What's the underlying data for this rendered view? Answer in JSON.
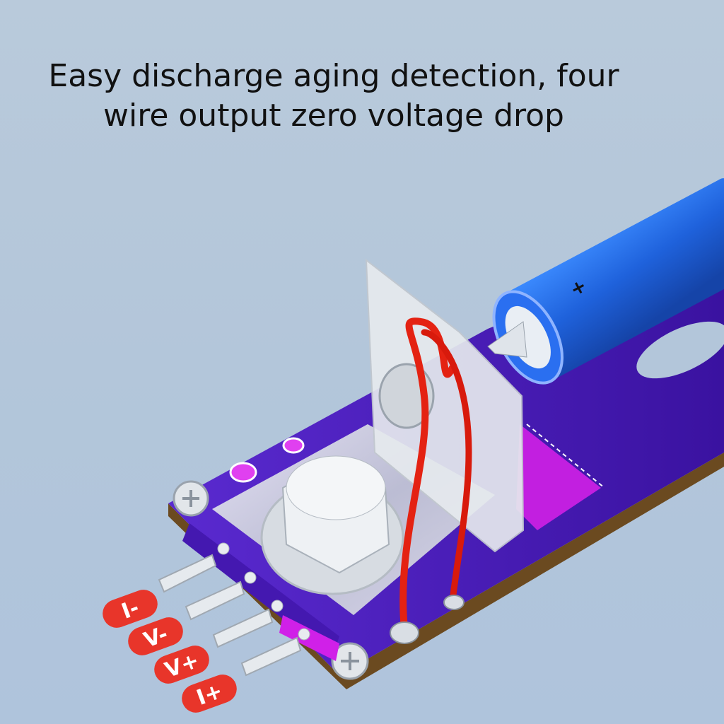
{
  "headline": {
    "line1": "Easy discharge aging detection, four",
    "line2": "wire output zero voltage drop"
  },
  "terminal_labels": [
    "I-",
    "V-",
    "V+",
    "I+"
  ],
  "battery_mark": "+",
  "colors": {
    "background": "#b5c8db",
    "board": "#4a1fc0",
    "board_accent": "#c020e0",
    "battery": "#1f6ae0",
    "wire": "#e02010",
    "label_pill": "#e8352a"
  }
}
